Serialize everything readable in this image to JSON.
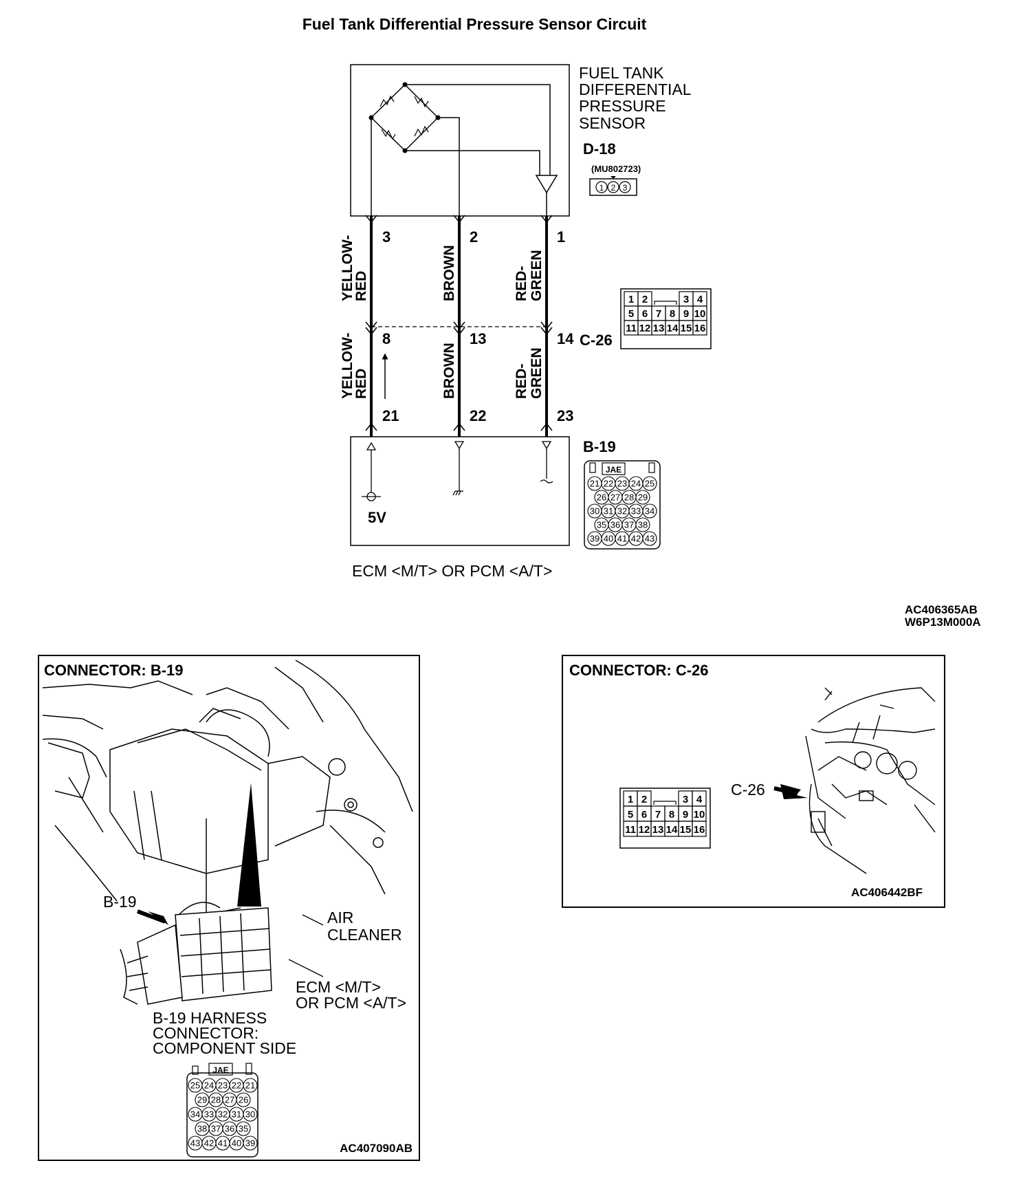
{
  "title": "Fuel Tank Differential Pressure Sensor Circuit",
  "sensor": {
    "name_lines": [
      "FUEL TANK",
      "DIFFERENTIAL",
      "PRESSURE",
      "SENSOR"
    ],
    "connector": "D-18",
    "part_number": "(MU802723)",
    "pins": [
      "1",
      "2",
      "3"
    ]
  },
  "wires": [
    {
      "color_line1": "YELLOW-",
      "color_line2": "RED",
      "sensor_pin": "3",
      "c26_pin": "8",
      "ecm_pin": "21"
    },
    {
      "color_line1": "BROWN",
      "color_line2": "",
      "sensor_pin": "2",
      "c26_pin": "13",
      "ecm_pin": "22"
    },
    {
      "color_line1": "RED-",
      "color_line2": "GREEN",
      "sensor_pin": "1",
      "c26_pin": "14",
      "ecm_pin": "23"
    }
  ],
  "connector_c26": {
    "name": "C-26",
    "rows": [
      [
        "1",
        "2",
        "",
        "",
        "3",
        "4"
      ],
      [
        "5",
        "6",
        "7",
        "8",
        "9",
        "10"
      ],
      [
        "11",
        "12",
        "13",
        "14",
        "15",
        "16"
      ]
    ]
  },
  "connector_b19": {
    "name": "B-19",
    "maker": "JAE",
    "rows": [
      [
        "21",
        "22",
        "23",
        "24",
        "25"
      ],
      [
        "26",
        "27",
        "28",
        "29"
      ],
      [
        "30",
        "31",
        "32",
        "33",
        "34"
      ],
      [
        "35",
        "36",
        "37",
        "38"
      ],
      [
        "39",
        "40",
        "41",
        "42",
        "43"
      ]
    ]
  },
  "ecm": {
    "voltage": "5V",
    "label": "ECM <M/T> OR PCM <A/T>"
  },
  "figure_codes": [
    "AC406365AB",
    "W6P13M000A"
  ],
  "panel_b19": {
    "header": "CONNECTOR: B-19",
    "callout": "B-19",
    "air_cleaner": [
      "AIR",
      "CLEANER"
    ],
    "ecm_label": [
      "ECM <M/T>",
      "OR PCM <A/T>"
    ],
    "harness_lines": [
      "B-19 HARNESS",
      "CONNECTOR:",
      "COMPONENT SIDE"
    ],
    "maker": "JAE",
    "rows": [
      [
        "25",
        "24",
        "23",
        "22",
        "21"
      ],
      [
        "29",
        "28",
        "27",
        "26"
      ],
      [
        "34",
        "33",
        "32",
        "31",
        "30"
      ],
      [
        "38",
        "37",
        "36",
        "35"
      ],
      [
        "43",
        "42",
        "41",
        "40",
        "39"
      ]
    ],
    "code": "AC407090AB"
  },
  "panel_c26": {
    "header": "CONNECTOR: C-26",
    "callout": "C-26",
    "rows": [
      [
        "1",
        "2",
        "",
        "",
        "3",
        "4"
      ],
      [
        "5",
        "6",
        "7",
        "8",
        "9",
        "10"
      ],
      [
        "11",
        "12",
        "13",
        "14",
        "15",
        "16"
      ]
    ],
    "code": "AC406442BF"
  }
}
